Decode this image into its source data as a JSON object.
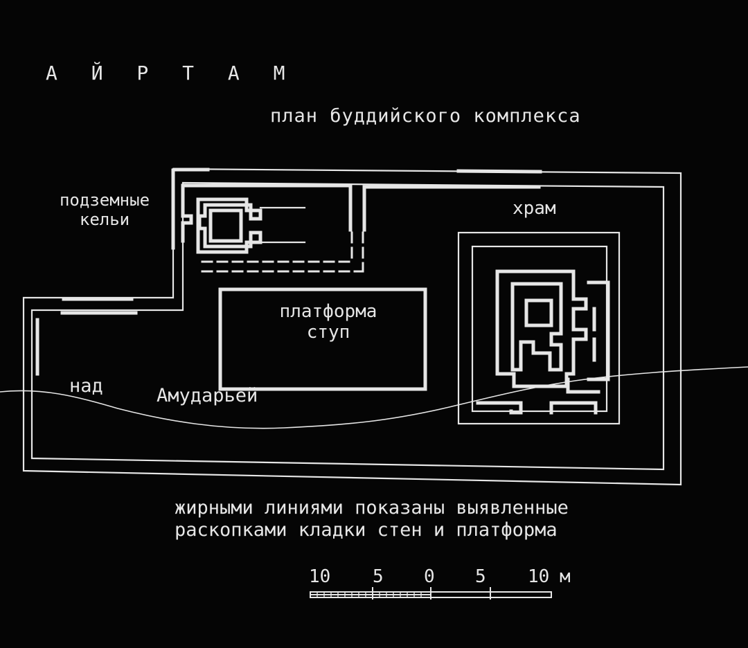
{
  "title": "А Й Р Т А М",
  "subtitle": "план буддийского комплекса",
  "labels": {
    "cells_line1": "подземные",
    "cells_line2": "кельи",
    "temple": "храм",
    "platform_line1": "платформа",
    "platform_line2": "ступ",
    "over": "над",
    "amudarya": "Амударьёй"
  },
  "legend": {
    "line1": "жирными линиями показаны выявленные",
    "line2": "раскопками  кладки стен и платформа"
  },
  "scale": {
    "ticks": [
      "10",
      "5",
      "0",
      "5",
      "10"
    ],
    "unit": "м"
  },
  "colors": {
    "background": "#050505",
    "lines": "#e6e6e6"
  }
}
